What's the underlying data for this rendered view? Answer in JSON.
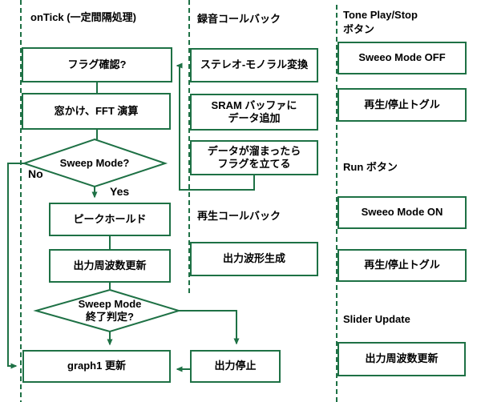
{
  "colors": {
    "line": "#1e7145",
    "text": "#000000",
    "background": "#ffffff"
  },
  "diagram": {
    "col1": {
      "title": "onTick (一定間隔処理)",
      "flag_check": "フラグ確認?",
      "window_fft": "窓かけ、FFT 演算",
      "sweep_q": "Sweep Mode?",
      "no_label": "No",
      "yes_label": "Yes",
      "peak_hold": "ピークホールド",
      "freq_update": "出力周波数更新",
      "sweep_end_line1": "Sweep Mode",
      "sweep_end_line2": "終了判定?",
      "graph_update": "graph1 更新"
    },
    "col2": {
      "rec_title": "録音コールバック",
      "stereo_mono": "ステレオ-モノラル変換",
      "sram_line1": "SRAM バッファに",
      "sram_line2": "データ追加",
      "flag_line1": "データが溜まったら",
      "flag_line2": "フラグを立てる",
      "play_title": "再生コールバック",
      "wave_gen": "出力波形生成",
      "out_stop": "出力停止"
    },
    "col3": {
      "tone_title_line1": "Tone Play/Stop",
      "tone_title_line2": "ボタン",
      "sweep_off": "Sweeo Mode OFF",
      "toggle_a": "再生/停止トグル",
      "run_title": "Run ボタン",
      "sweep_on": "Sweeo Mode ON",
      "toggle_b": "再生/停止トグル",
      "slider_title": "Slider Update",
      "slider_update": "出力周波数更新"
    }
  }
}
